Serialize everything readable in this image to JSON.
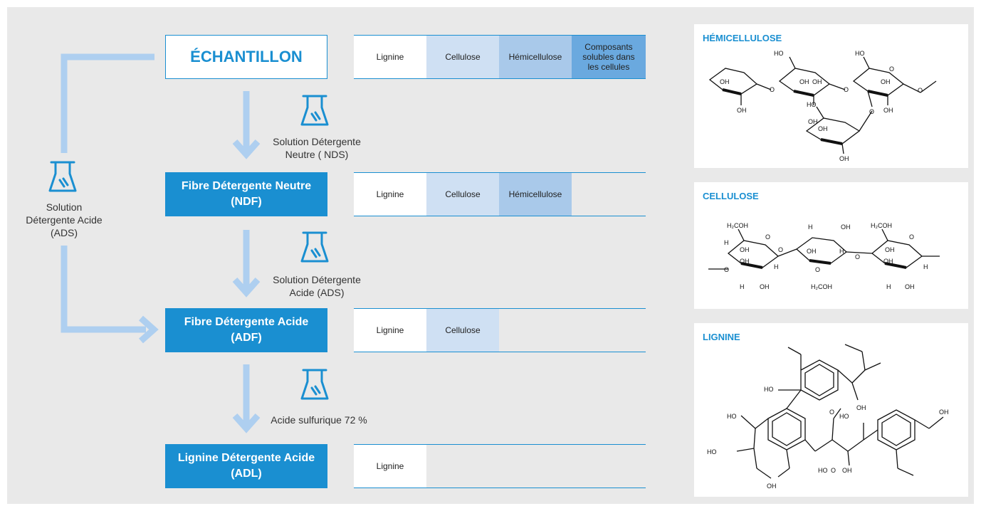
{
  "colors": {
    "accent": "#1a8fd1",
    "arrow": "#aecff0",
    "cellulose": "#cfe0f3",
    "hemicellulose": "#a9c9ea",
    "solubles": "#6aa9df"
  },
  "stages": {
    "sample": "ÉCHANTILLON",
    "ndf": [
      "Fibre Détergente Neutre",
      "(NDF)"
    ],
    "adf": [
      "Fibre Détergente Acide",
      "(ADF)"
    ],
    "adl": [
      "Lignine Détergente Acide",
      "(ADL)"
    ]
  },
  "components": {
    "lignine": "Lignine",
    "cellulose": "Cellulose",
    "hemicellulose": "Hémicellulose",
    "solubles": [
      "Composants",
      "solubles dans",
      "les cellules"
    ]
  },
  "reagents": {
    "nds": [
      "Solution Détergente",
      "Neutre ( NDS)"
    ],
    "ads": [
      "Solution Détergente",
      "Acide (ADS)"
    ],
    "acid": "Acide sulfurique 72 %",
    "side_ads": [
      "Solution",
      "Détergente Acide",
      "(ADS)"
    ]
  },
  "structures": {
    "hemicellulose": "HÉMICELLULOSE",
    "cellulose": "CELLULOSE",
    "lignine": "LIGNINE",
    "atoms": {
      "oh": "OH",
      "ho": "HO",
      "o": "O",
      "h": "H",
      "h2coh": "H₂COH"
    }
  }
}
